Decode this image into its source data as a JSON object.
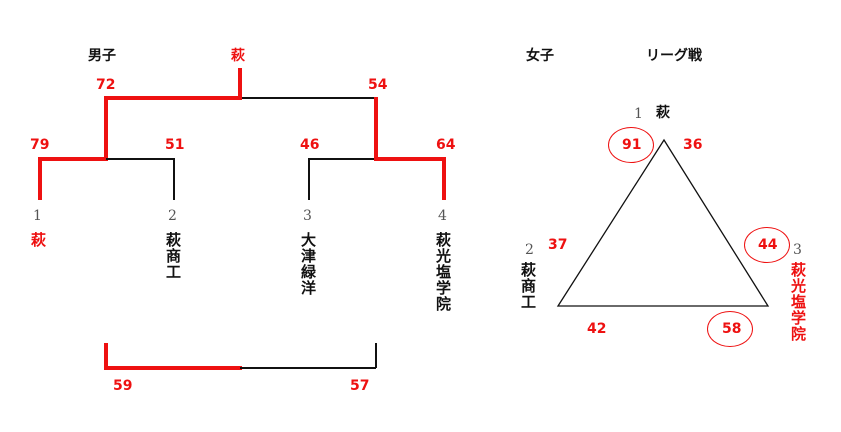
{
  "boys": {
    "title": "男子",
    "champion": "萩",
    "scores": {
      "final_left": "72",
      "final_right": "54",
      "semi1_left": "79",
      "semi1_right": "51",
      "semi2_left": "46",
      "semi2_right": "64",
      "third_left": "59",
      "third_right": "57"
    },
    "teams": [
      {
        "seed": "1",
        "name": "萩"
      },
      {
        "seed": "2",
        "name": "萩商工"
      },
      {
        "seed": "3",
        "name": "大津緑洋"
      },
      {
        "seed": "4",
        "name": "萩光塩学院"
      }
    ]
  },
  "girls": {
    "title": "女子",
    "format": "リーグ戦",
    "teams": [
      {
        "seed": "1",
        "name": "萩"
      },
      {
        "seed": "2",
        "name": "萩商工"
      },
      {
        "seed": "3",
        "name": "萩光塩学院"
      }
    ],
    "scores": {
      "t1_vs_t2": "91",
      "t1_vs_t3": "36",
      "t2_vs_t1": "37",
      "t3_vs_t1": "44",
      "t2_vs_t3": "42",
      "t3_vs_t2": "58"
    }
  },
  "colors": {
    "winner": "#ee1111",
    "line": "#111111"
  }
}
